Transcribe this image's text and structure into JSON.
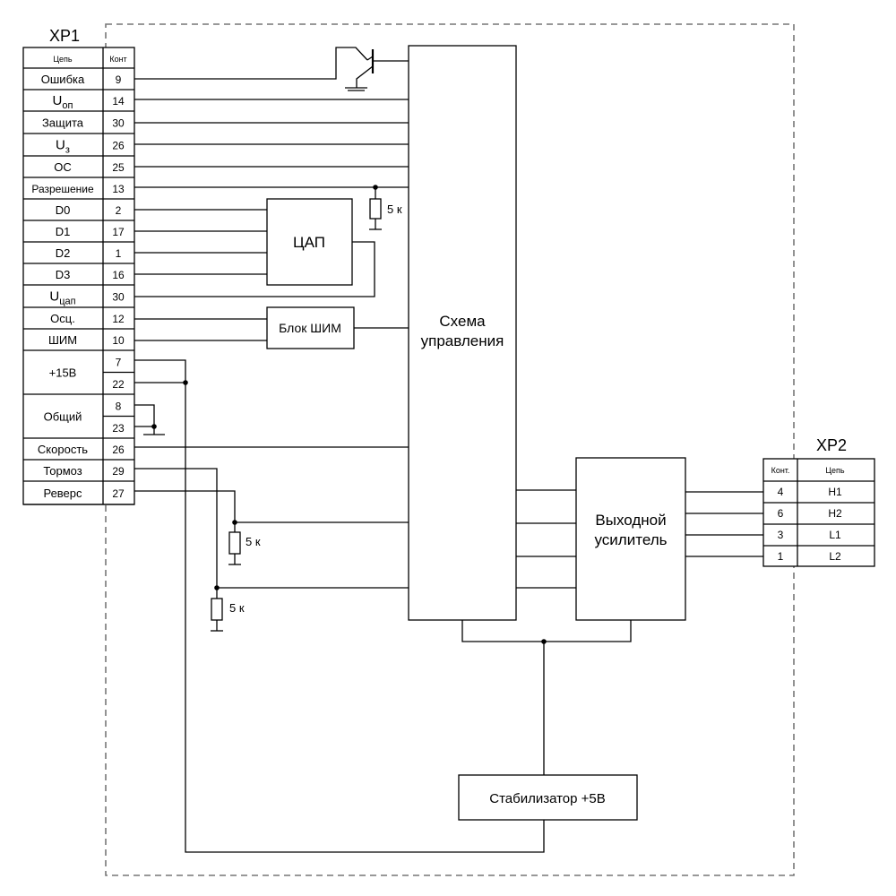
{
  "xp1": {
    "title": "XP1",
    "header_circuit": "Цепь",
    "header_contact": "Конт",
    "rows": [
      {
        "label": "Ошибка",
        "contact": "9"
      },
      {
        "label": "U",
        "sub": "оп",
        "contact": "14"
      },
      {
        "label": "Защита",
        "contact": "30"
      },
      {
        "label": "U",
        "sub": "з",
        "contact": "26"
      },
      {
        "label": "ОС",
        "contact": "25"
      },
      {
        "label": "Разрешение",
        "contact": "13"
      },
      {
        "label": "D0",
        "contact": "2"
      },
      {
        "label": "D1",
        "contact": "17"
      },
      {
        "label": "D2",
        "contact": "1"
      },
      {
        "label": "D3",
        "contact": "16"
      },
      {
        "label": "U",
        "sub": "цап",
        "contact": "30"
      },
      {
        "label": "Осц.",
        "contact": "12"
      },
      {
        "label": "ШИМ",
        "contact": "10"
      },
      {
        "label": "+15В",
        "contacts": [
          "7",
          "22"
        ]
      },
      {
        "label": "Общий",
        "contacts": [
          "8",
          "23"
        ]
      },
      {
        "label": "Скорость",
        "contact": "26"
      },
      {
        "label": "Тормоз",
        "contact": "29"
      },
      {
        "label": "Реверс",
        "contact": "27"
      }
    ]
  },
  "xp2": {
    "title": "XP2",
    "header_contact": "Конт.",
    "header_circuit": "Цепь",
    "rows": [
      {
        "contact": "4",
        "label": "H1"
      },
      {
        "contact": "6",
        "label": "H2"
      },
      {
        "contact": "3",
        "label": "L1"
      },
      {
        "contact": "1",
        "label": "L2"
      }
    ]
  },
  "blocks": {
    "dac": "ЦАП",
    "pwm": "Блок ШИМ",
    "control_line1": "Схема",
    "control_line2": "управления",
    "amp_line1": "Выходной",
    "amp_line2": "усилитель",
    "stabilizer": "Стабилизатор +5В"
  },
  "resistors": {
    "r_enable": "5 к",
    "r_brake": "5 к",
    "r_reverse": "5 к"
  }
}
